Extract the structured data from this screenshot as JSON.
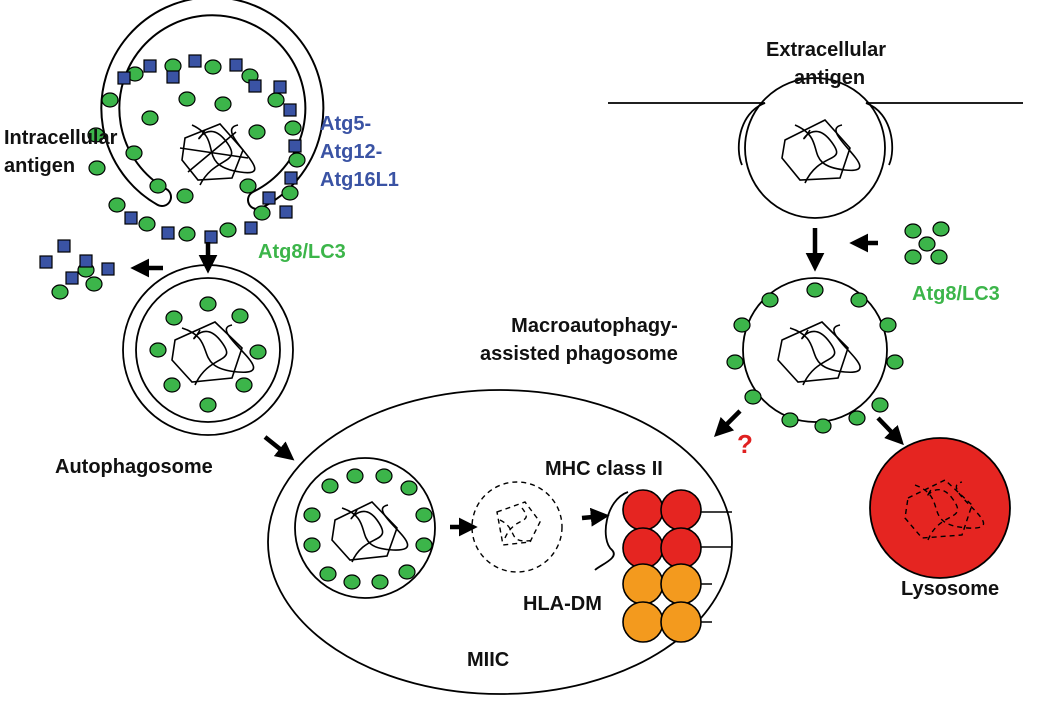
{
  "labels": {
    "intracellular_antigen": [
      "Intracellular",
      "antigen"
    ],
    "atg_complex": [
      "Atg5-",
      "Atg12-",
      "Atg16L1"
    ],
    "atg8_left": "Atg8/LC3",
    "autophagosome": "Autophagosome",
    "extracellular_antigen": [
      "Extracellular",
      "antigen"
    ],
    "atg8_right": "Atg8/LC3",
    "macroautophagy_phagosome": [
      "Macroautophagy-",
      "assisted phagosome"
    ],
    "question_mark": "?",
    "mhc_class_ii": "MHC class II",
    "hla_dm": "HLA-DM",
    "miic": "MIIC",
    "lysosome": "Lysosome"
  },
  "colors": {
    "lc3_green": "#3cb54a",
    "atg_complex_blue": "#3a53a4",
    "mhc_red": "#e52521",
    "hla_dm_orange": "#f39a1e",
    "lysosome_red": "#e52521",
    "label_blue": "#3a53a4",
    "label_green": "#3cb54a",
    "question_red": "#e02020"
  }
}
